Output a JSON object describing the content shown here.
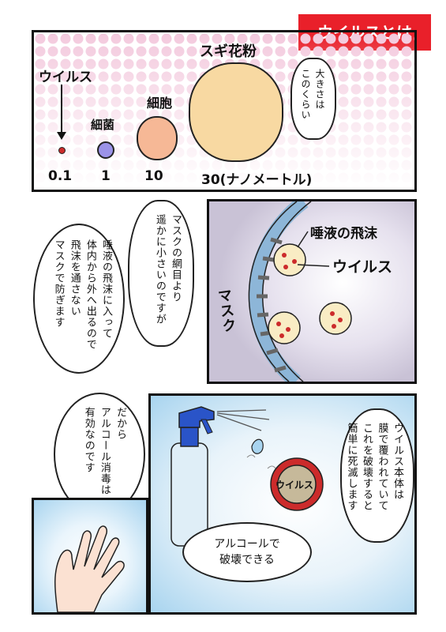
{
  "title_tag": "ウイルスとは",
  "panel1": {
    "labels": {
      "virus": "ウイルス",
      "bacteria": "細菌",
      "cell": "細胞",
      "pollen": "スギ花粉"
    },
    "scale": [
      "0.1",
      "1",
      "10",
      "30(ナノメートル)"
    ],
    "bubble": "大きさは\nこのくらい"
  },
  "panel2": {
    "bubble_left": "唾液の飛沫に入って\n体内から外へ出るので\n飛沫を通さない\nマスクで防ぎます",
    "bubble_right": "マスクの網目より\n遥かに小さいのですが",
    "labels": {
      "droplet": "唾液の飛沫",
      "virus": "ウイルス",
      "mask": "マスク"
    }
  },
  "panel3": {
    "bubble_left": "だから\nアルコール消毒は\n有効なのです",
    "bubble_right": "ウイルス本体は\n膜で覆われていて\nこれを破壊すると\n簡単に死滅します",
    "bubble_bottom": "アルコールで\n破壊できる",
    "virus_label": "ウイルス"
  },
  "colors": {
    "tag_red": "#e9202a",
    "dot_pink": "#f3c9dd",
    "virus_red": "#cc2b2b",
    "bacteria_blue": "#9b93e8",
    "cell_peach": "#f6b896",
    "pollen_cream": "#f8d9a2",
    "sky_blue": "#a8d4ef",
    "droplet_cream": "#f9ecc4"
  }
}
